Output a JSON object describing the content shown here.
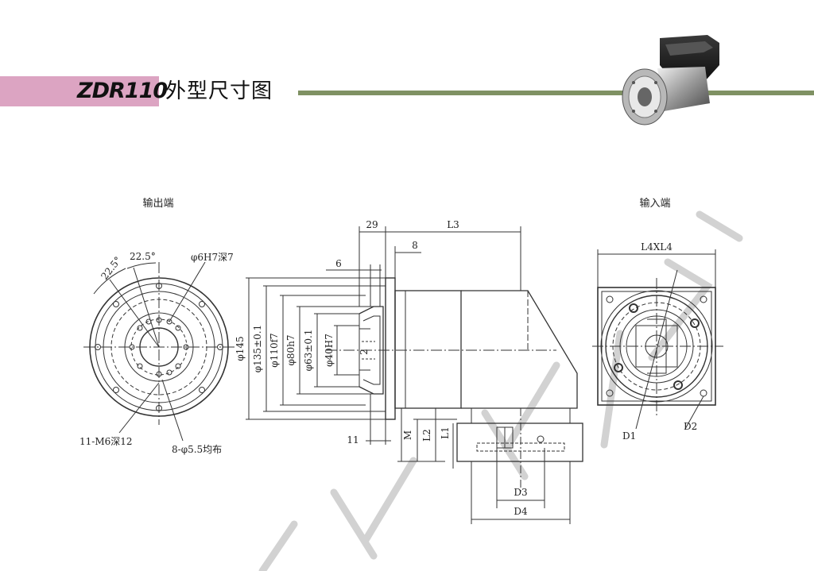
{
  "header": {
    "title": "ZDR110",
    "subtitle": "外型尺寸图"
  },
  "colors": {
    "band": "#dca4c2",
    "rule": "#7f9163",
    "line": "#333333"
  },
  "views": {
    "output_end": {
      "title": "输出端",
      "angle_a": "22.5°",
      "angle_b": "22.5°",
      "pin_hole": "φ6H7深7",
      "tapped_holes": "11-M6深12",
      "through_holes": "8-φ5.5均布"
    },
    "side": {
      "dims": {
        "d29": "29",
        "L3": "L3",
        "d8": "8",
        "d6": "6",
        "d145": "φ145",
        "d135": "φ135±0.1",
        "d110": "φ110f7",
        "d80": "φ80h7",
        "d63": "φ63±0.1",
        "d40": "φ40H7",
        "d2": "2",
        "d11": "11",
        "M": "M",
        "L2": "L2",
        "L1": "L1",
        "D3": "D3",
        "D4": "D4"
      }
    },
    "input_end": {
      "title": "输入端",
      "L4": "L4XL4",
      "D1": "D1",
      "D2": "D2"
    }
  }
}
